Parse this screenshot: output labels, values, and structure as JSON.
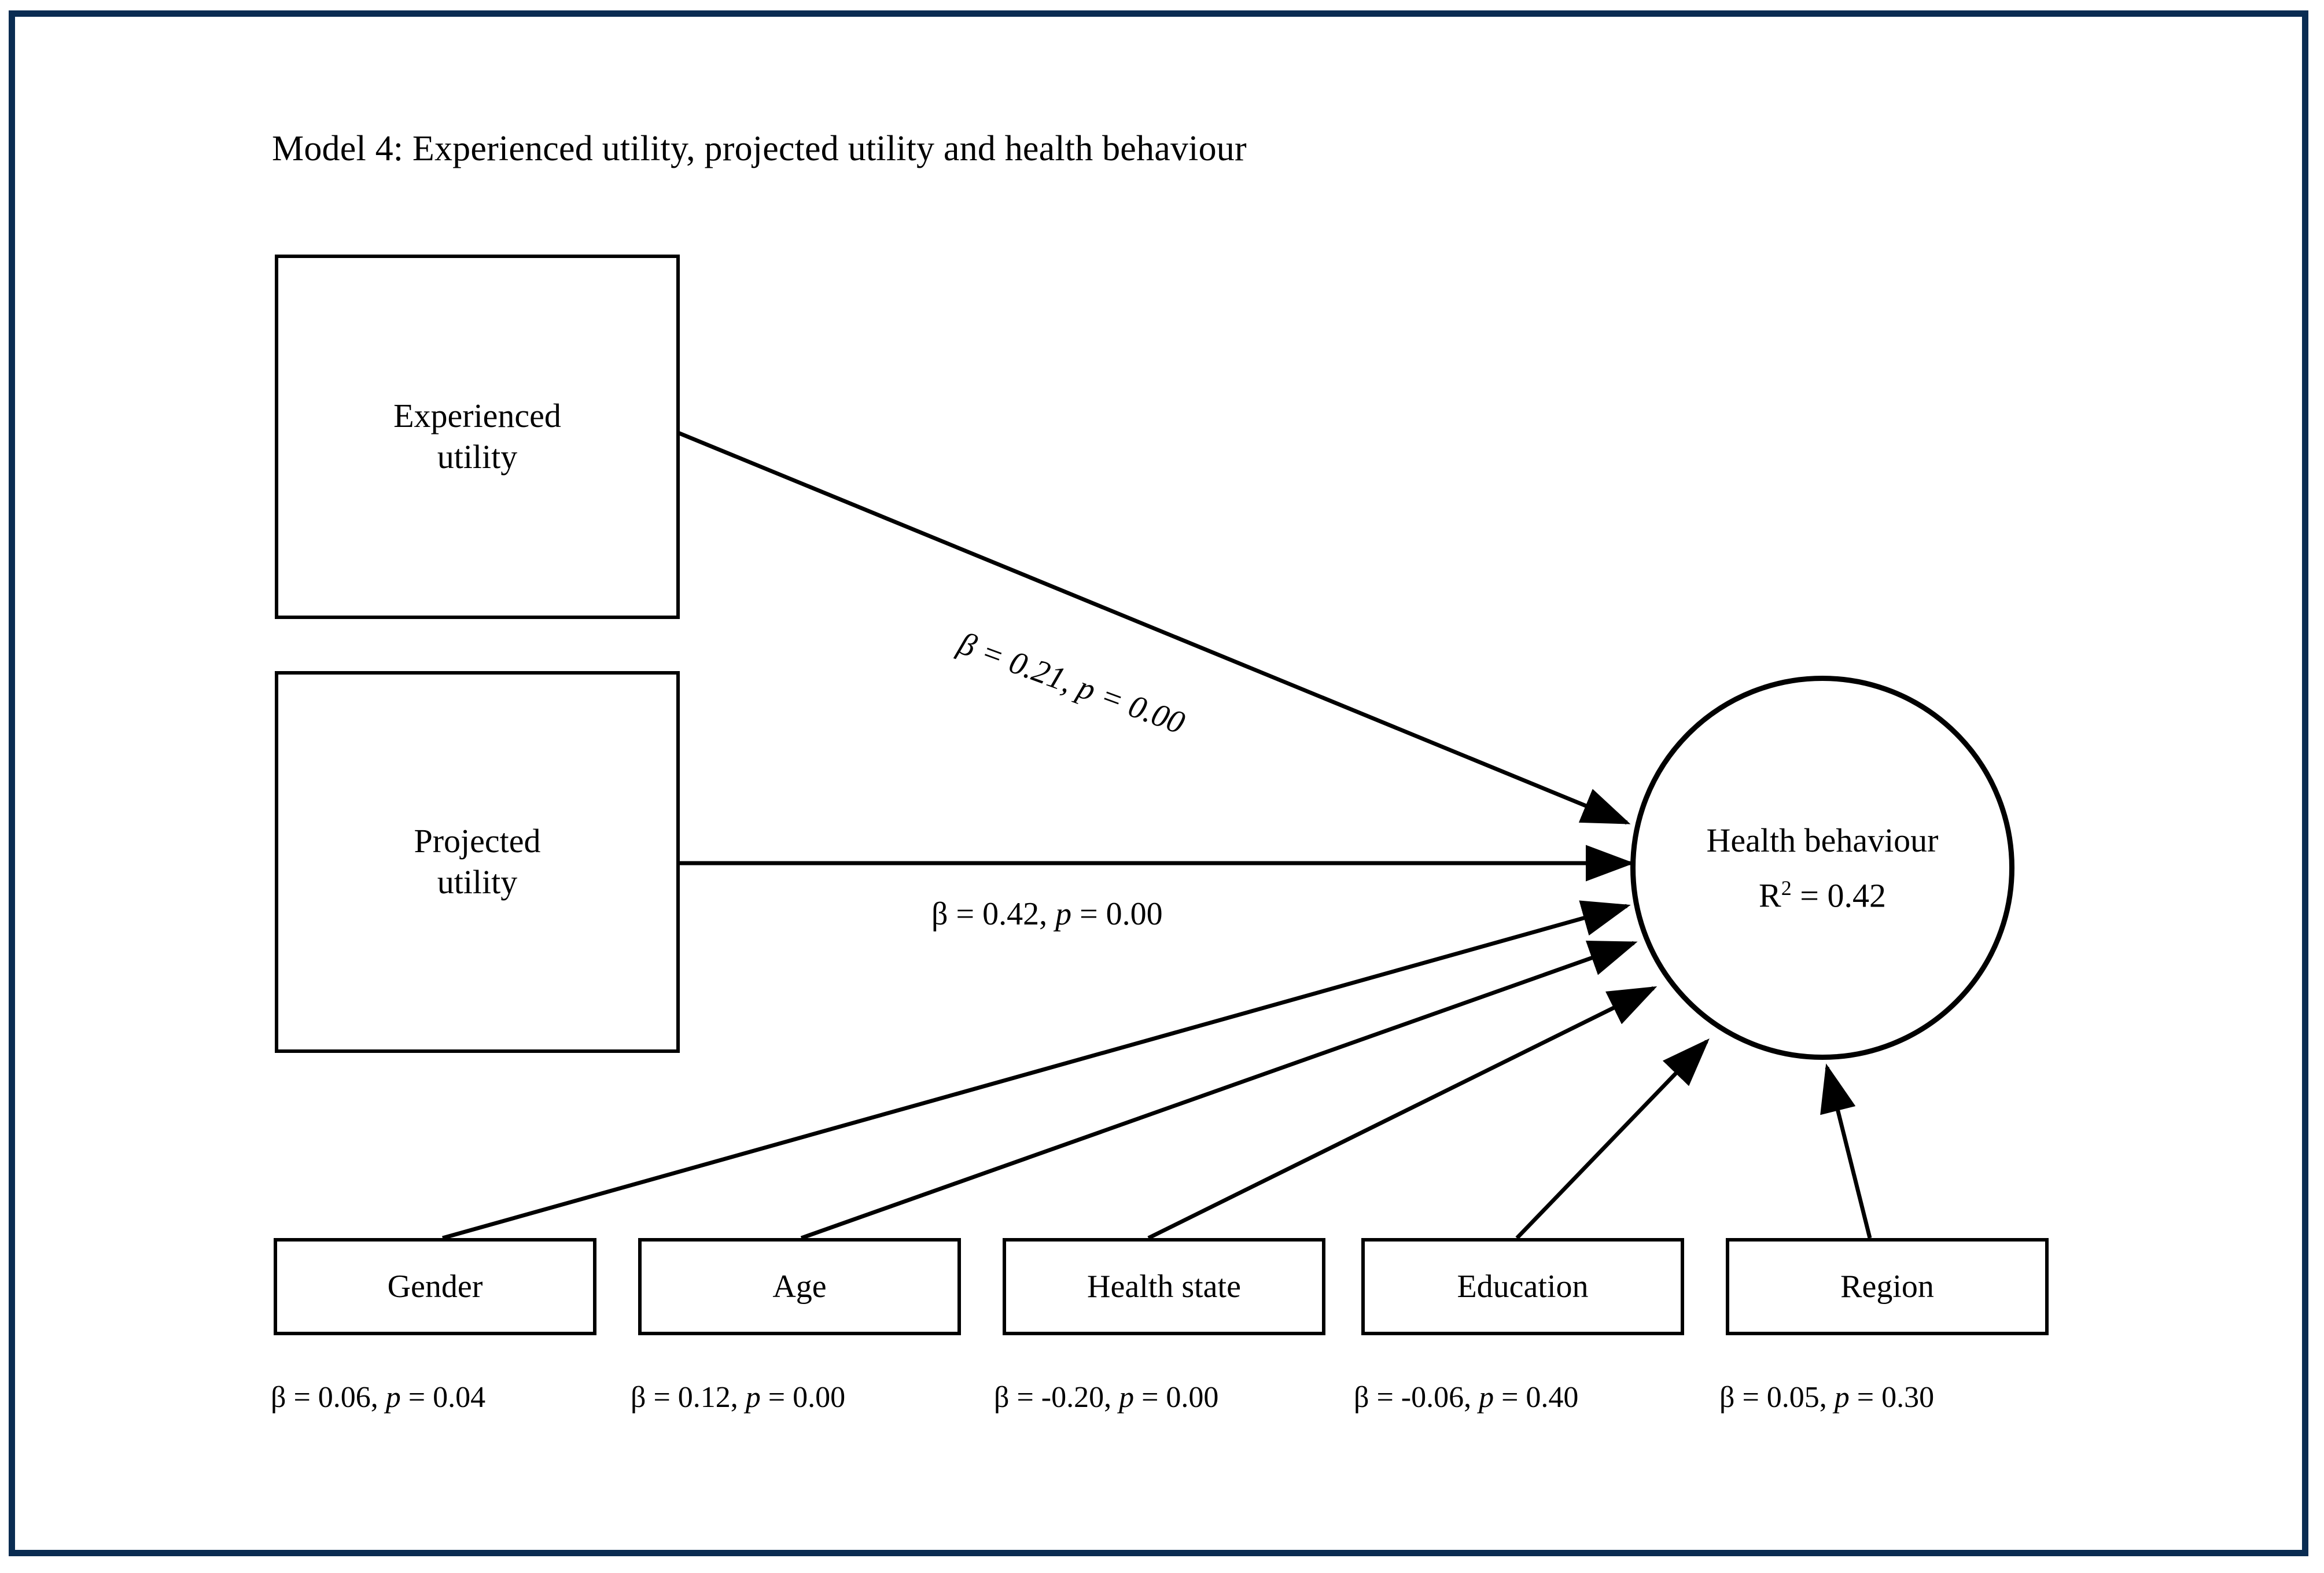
{
  "title": "Model 4: Experienced utility, projected utility and health behaviour",
  "frame": {
    "border_color": "#0a2c52"
  },
  "nodes": {
    "experienced_utility": {
      "line1": "Experienced",
      "line2": "utility"
    },
    "projected_utility": {
      "line1": "Projected",
      "line2": "utility"
    },
    "outcome": {
      "name": "Health behaviour",
      "r2_prefix": "R",
      "r2_exponent": "2",
      "r2_value": " = 0.42"
    }
  },
  "predictors": [
    {
      "key": "gender",
      "label": "Gender",
      "beta_label": "β = 0.06, ",
      "p_italic": "p",
      "p_label": " = 0.04"
    },
    {
      "key": "age",
      "label": "Age",
      "beta_label": "β = 0.12, ",
      "p_italic": "p",
      "p_label": " = 0.00"
    },
    {
      "key": "health",
      "label": "Health state",
      "beta_label": "β = -0.20, ",
      "p_italic": "p",
      "p_label": " = 0.00"
    },
    {
      "key": "education",
      "label": "Education",
      "beta_label": "β = -0.06, ",
      "p_italic": "p",
      "p_label": " = 0.40"
    },
    {
      "key": "region",
      "label": "Region",
      "beta_label": "β = 0.05, ",
      "p_italic": "p",
      "p_label": " = 0.30"
    }
  ],
  "edge_labels": {
    "experienced_to_outcome": {
      "beta": "β = 0.21, ",
      "p_italic": "p",
      "p_value": " = 0.00"
    },
    "projected_to_outcome": {
      "beta": "β = 0.42, ",
      "p_italic": "p",
      "p_value": " = 0.00"
    }
  },
  "chart_data": {
    "type": "diagram",
    "title": "Model 4: Experienced utility, projected utility and health behaviour",
    "diagram_kind": "structural-equation-path-model",
    "outcome": {
      "name": "Health behaviour",
      "r_squared": 0.42,
      "shape": "circle"
    },
    "paths": [
      {
        "from": "Experienced utility",
        "to": "Health behaviour",
        "beta": 0.21,
        "p": 0.0
      },
      {
        "from": "Projected utility",
        "to": "Health behaviour",
        "beta": 0.42,
        "p": 0.0
      },
      {
        "from": "Gender",
        "to": "Health behaviour",
        "beta": 0.06,
        "p": 0.04
      },
      {
        "from": "Age",
        "to": "Health behaviour",
        "beta": 0.12,
        "p": 0.0
      },
      {
        "from": "Health state",
        "to": "Health behaviour",
        "beta": -0.2,
        "p": 0.0
      },
      {
        "from": "Education",
        "to": "Health behaviour",
        "beta": -0.06,
        "p": 0.4
      },
      {
        "from": "Region",
        "to": "Health behaviour",
        "beta": 0.05,
        "p": 0.3
      }
    ]
  }
}
